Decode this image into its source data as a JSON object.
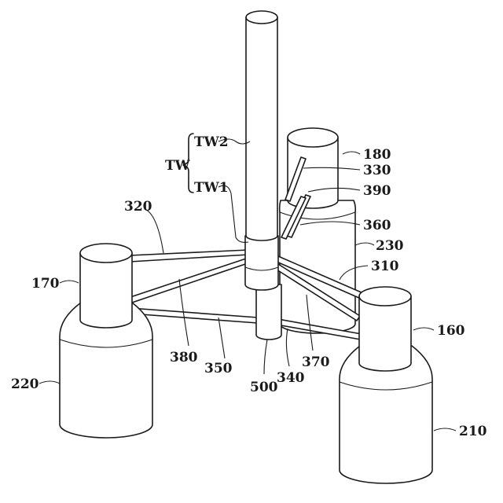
{
  "labels": {
    "tw": "TW",
    "tw2": "TW2",
    "tw1": "TW1",
    "n180": "180",
    "n330": "330",
    "n390": "390",
    "n320": "320",
    "n360": "360",
    "n230": "230",
    "n310": "310",
    "n170": "170",
    "n160": "160",
    "n380": "380",
    "n370": "370",
    "n350": "350",
    "n340": "340",
    "n500": "500",
    "n220": "220",
    "n210": "210"
  }
}
